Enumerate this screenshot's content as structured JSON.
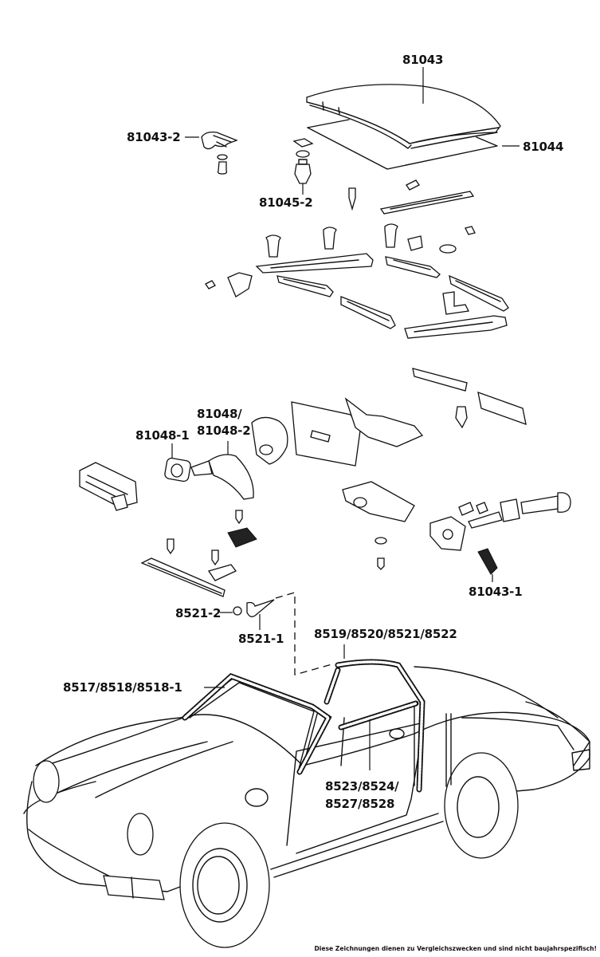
{
  "diagram": {
    "title": "Targa roof and seal exploded parts drawing",
    "part_labels": [
      {
        "id": "roof-panel",
        "text": "81043"
      },
      {
        "id": "roof-lining",
        "text": "81044"
      },
      {
        "id": "roof-latch-clip",
        "text": "81043-2"
      },
      {
        "id": "roof-pin-mount",
        "text": "81045-2"
      },
      {
        "id": "latch-bezel",
        "text": "81048-1"
      },
      {
        "id": "latch-handle-line1",
        "text": "81048/"
      },
      {
        "id": "latch-handle-line2",
        "text": "81048-2"
      },
      {
        "id": "locating-pin",
        "text": "81043-1"
      },
      {
        "id": "seal-cap",
        "text": "8521-2"
      },
      {
        "id": "seal-screw",
        "text": "8521-1"
      },
      {
        "id": "targa-bar-seals",
        "text": "8519/8520/8521/8522"
      },
      {
        "id": "windshield-seals",
        "text": "8517/8518/8518-1"
      },
      {
        "id": "door-seals-line1",
        "text": "8523/8524/"
      },
      {
        "id": "door-seals-line2",
        "text": "8527/8528"
      }
    ],
    "disclaimer": "Diese Zeichnungen dienen zu Vergleichszwecken und sind nicht baujahrspezifisch!"
  }
}
